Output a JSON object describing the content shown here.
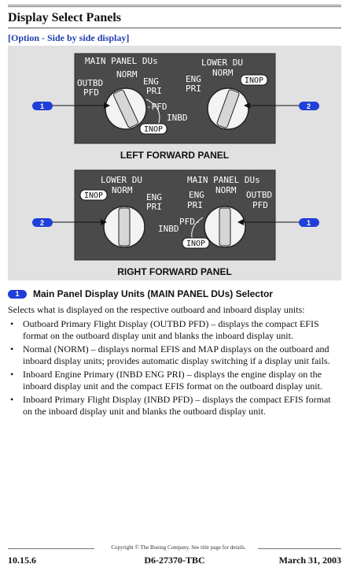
{
  "page": {
    "title": "Display Select Panels",
    "option": "[Option - Side by side display]"
  },
  "figure": {
    "left_panel": {
      "caption": "LEFT FORWARD PANEL",
      "main_label": "MAIN PANEL DUs",
      "main_positions": {
        "norm": "NORM",
        "outbd_1": "OUTBD",
        "outbd_2": "PFD",
        "eng_1": "ENG",
        "eng_2": "PRI",
        "pfd": "-PFD",
        "inbd": "INBD",
        "inop": "INOP"
      },
      "lower_label": "LOWER DU",
      "lower_positions": {
        "norm": "NORM",
        "eng_1": "ENG",
        "eng_2": "PRI",
        "inop": "INOP"
      },
      "ref_main": "1",
      "ref_lower": "2"
    },
    "right_panel": {
      "caption": "RIGHT FORWARD PANEL",
      "lower_label": "LOWER DU",
      "lower_positions": {
        "norm": "NORM",
        "inop": "INOP",
        "eng_1": "ENG",
        "eng_2": "PRI"
      },
      "main_label": "MAIN PANEL DUs",
      "main_positions": {
        "norm": "NORM",
        "eng_1": "ENG",
        "eng_2": "PRI",
        "outbd_1": "OUTBD",
        "outbd_2": "PFD",
        "pfd": "PFD-",
        "inbd": "INBD",
        "inop": "INOP"
      },
      "ref_lower": "2",
      "ref_main": "1"
    }
  },
  "section": {
    "badge": "1",
    "heading": "Main Panel Display Units (MAIN PANEL DUs) Selector",
    "intro": "Selects what is displayed on the respective outboard and inboard display units:",
    "bullets": [
      "Outboard Primary Flight Display (OUTBD PFD) – displays the compact EFIS format on the outboard display unit and blanks the inboard display unit.",
      "Normal (NORM) – displays normal EFIS and MAP displays on the outboard and inboard display units; provides automatic display switching if a display unit fails.",
      "Inboard Engine Primary (INBD ENG PRI) – displays the engine display on the inboard display unit and the compact EFIS format on the outboard display unit.",
      "Inboard Primary Flight Display (INBD PFD) – displays the compact EFIS format on the inboard display unit and blanks the outboard display unit."
    ]
  },
  "footer": {
    "copyright": "Copyright © The Boeing Company. See title page for details.",
    "page_number": "10.15.6",
    "doc_number": "D6-27370-TBC",
    "date": "March 31, 2003"
  },
  "colors": {
    "panel": "#4a4a4a",
    "figure_bg": "#e1e1e1",
    "accent_blue": "#1f3fd8",
    "option_blue": "#1f3fae"
  }
}
